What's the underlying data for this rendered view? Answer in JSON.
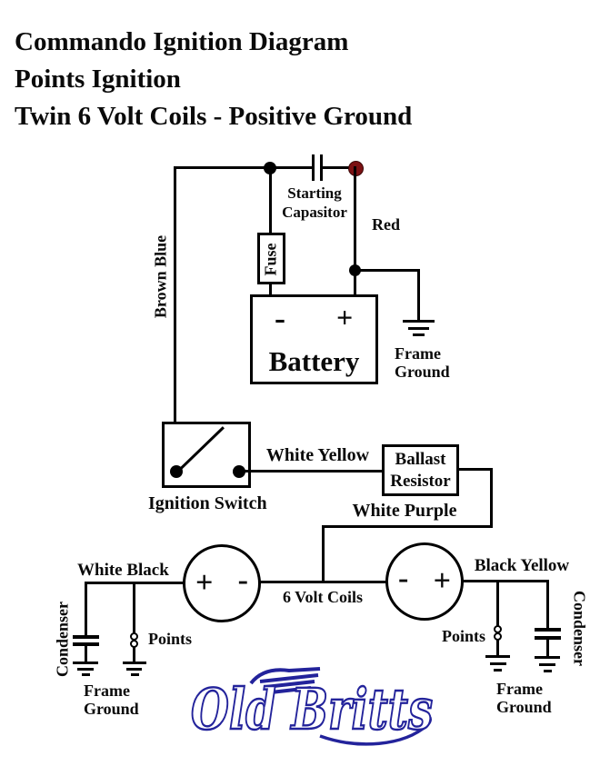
{
  "title": {
    "line1": "Commando Ignition Diagram",
    "line2": "Points Ignition",
    "line3": "Twin 6 Volt Coils - Positive Ground"
  },
  "diagram": {
    "starting_capacitor": {
      "line1": "Starting",
      "line2": "Capasitor"
    },
    "wire_labels": {
      "red": "Red",
      "brown_blue": "Brown Blue",
      "white_yellow": "White Yellow",
      "white_purple": "White Purple",
      "white_black": "White Black",
      "black_yellow": "Black Yellow"
    },
    "fuse": {
      "label": "Fuse"
    },
    "battery": {
      "label": "Battery",
      "minus": "-",
      "plus": "+"
    },
    "ignition_switch": {
      "label": "Ignition Switch"
    },
    "ballast_resistor": {
      "line1": "Ballast",
      "line2": "Resistor"
    },
    "coils": {
      "label": "6 Volt Coils",
      "left": {
        "left_terminal": "+",
        "right_terminal": "-"
      },
      "right": {
        "left_terminal": "-",
        "right_terminal": "+"
      }
    },
    "grounds": {
      "frame_line1": "Frame",
      "frame_line2": "Ground"
    },
    "points_label": "Points",
    "condenser_label": "Condenser"
  },
  "logo": {
    "text": "Old Britts",
    "color": "#23239b"
  },
  "colors": {
    "wire": "#000000",
    "junction_dot": "#000000",
    "red_dot": "#7b1113"
  }
}
